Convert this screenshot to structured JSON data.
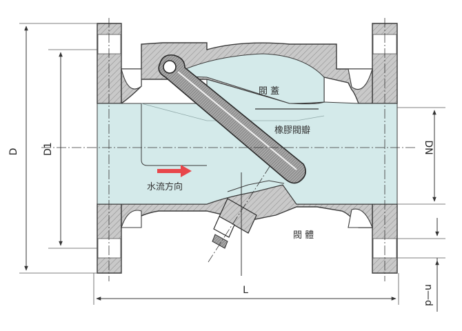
{
  "labels": {
    "bonnet": "閥 蓋",
    "rubber_disc": "橡膠閥瓣",
    "flow_direction": "水流方向",
    "body": "閥 體"
  },
  "dimensions": {
    "D": "D",
    "D1": "D1",
    "DN": "DN",
    "L": "L",
    "n_d": "n—d"
  },
  "colors": {
    "metal_fill": "#c9c9c9",
    "hatch": "#8a8a8a",
    "water_fill": "#d4eaea",
    "outline": "#3a3a3a",
    "arrow": "#e8474b"
  }
}
